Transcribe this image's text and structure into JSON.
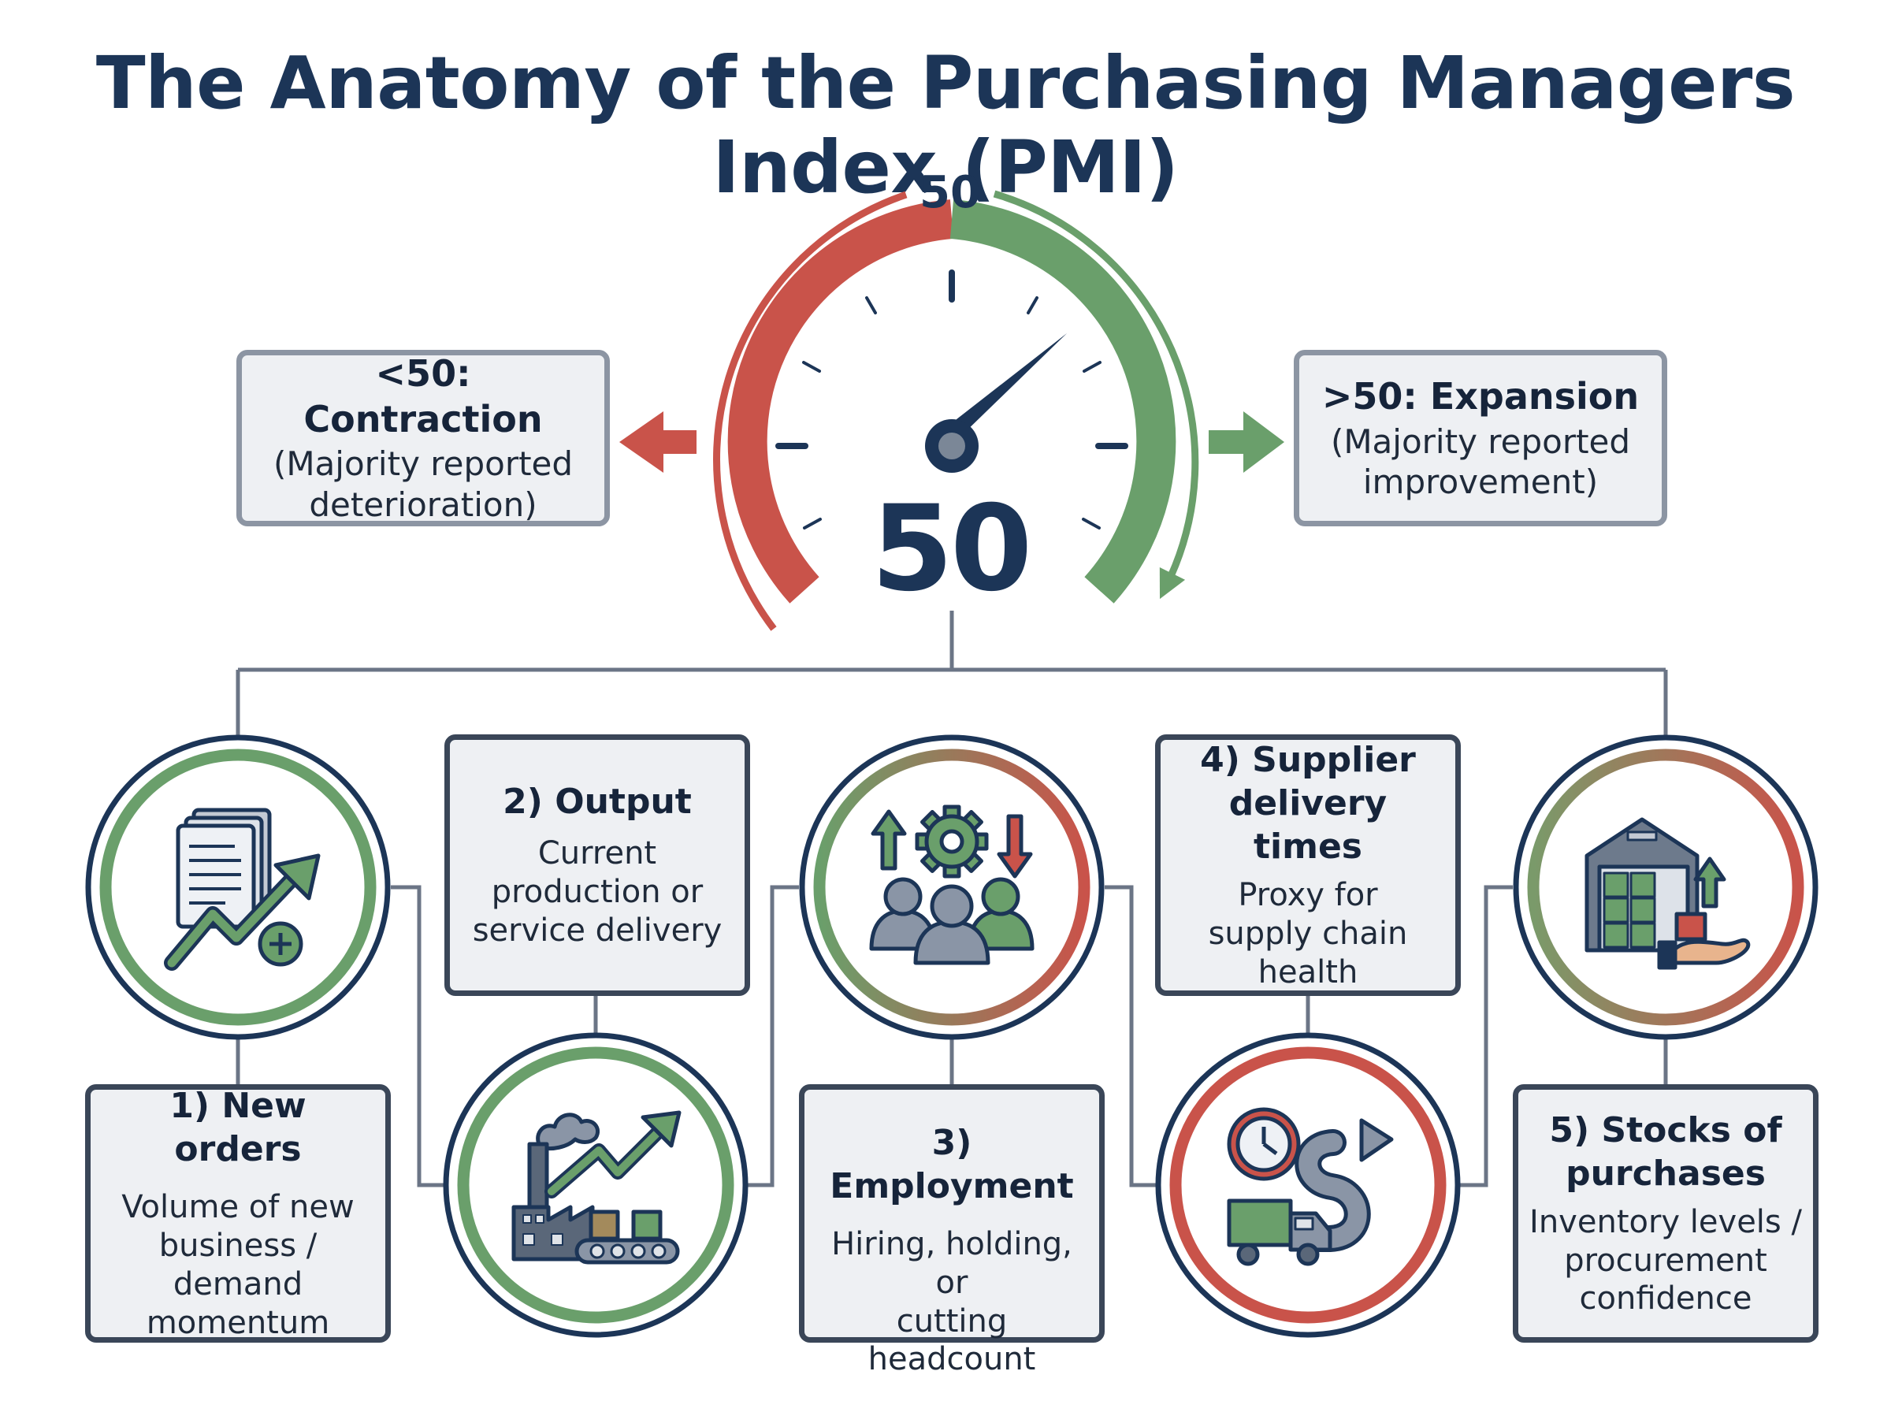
{
  "title": "The Anatomy of the Purchasing Managers Index (PMI)",
  "gauge": {
    "top_label": "50",
    "value": "50",
    "needle_value": 70,
    "colors": {
      "contraction": "#c9534a",
      "expansion": "#6a9f6b",
      "navy": "#1c3557"
    }
  },
  "ranges": {
    "contraction": {
      "head": "<50: Contraction",
      "desc": [
        "(Majority reported",
        "deterioration)"
      ]
    },
    "expansion": {
      "head": ">50: Expansion",
      "desc": [
        "(Majority reported",
        "improvement)"
      ]
    }
  },
  "components": [
    {
      "head": "1) New orders",
      "desc": [
        "Volume of new",
        "business / demand",
        "momentum"
      ],
      "icon": "documents-growth-icon"
    },
    {
      "head": "2) Output",
      "desc": [
        "Current",
        "production or",
        "service delivery"
      ],
      "icon": "factory-conveyor-icon"
    },
    {
      "head": "3) Employment",
      "desc": [
        "Hiring, holding, or",
        "cutting headcount"
      ],
      "icon": "workforce-gear-icon"
    },
    {
      "head": "4) Supplier delivery times",
      "head_lines": [
        "4) Supplier",
        "delivery times"
      ],
      "desc": [
        "Proxy for",
        "supply chain",
        "health"
      ],
      "icon": "delivery-truck-clock-icon"
    },
    {
      "head": "5) Stocks of purchases",
      "head_lines": [
        "5) Stocks of",
        "purchases"
      ],
      "desc": [
        "Inventory levels /",
        "procurement",
        "confidence"
      ],
      "icon": "warehouse-inventory-icon"
    }
  ]
}
